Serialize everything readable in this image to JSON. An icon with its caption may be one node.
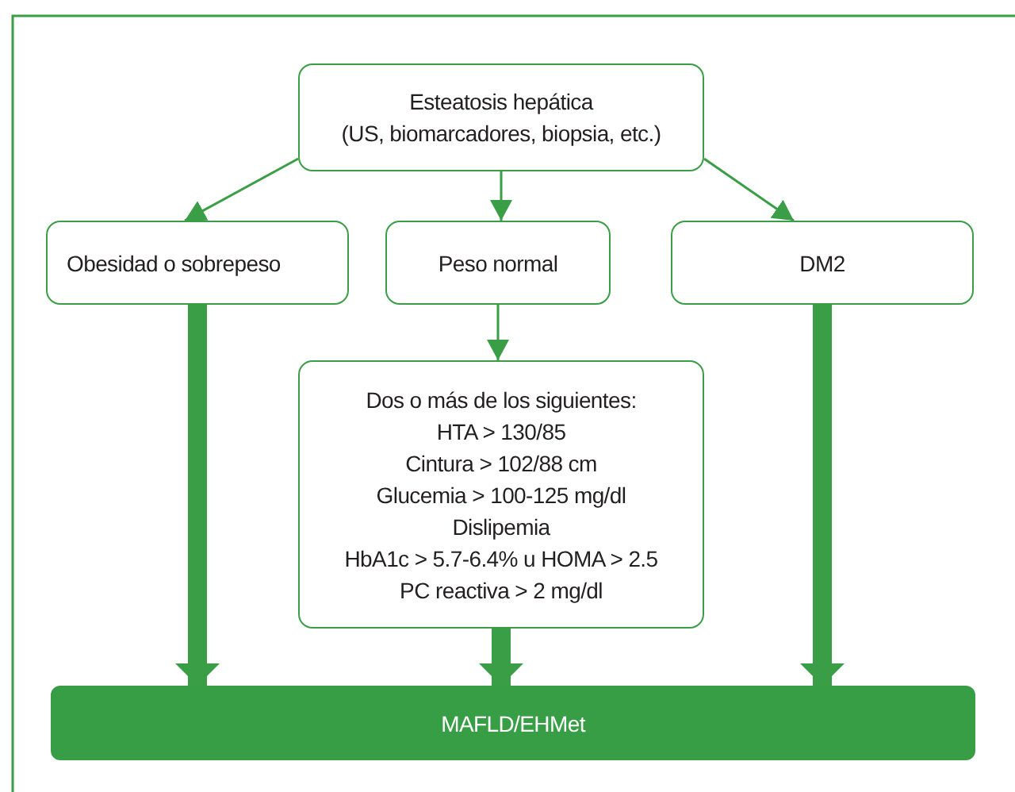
{
  "diagram": {
    "nodes": [
      {
        "text": [
          "Esteatosis hepática",
          "(US, biomarcadores, biopsia, etc.)"
        ]
      },
      {
        "text": [
          "Obesidad o sobrepeso"
        ]
      },
      {
        "text": [
          "Peso normal"
        ]
      },
      {
        "text": [
          "DM2"
        ]
      },
      {
        "text": [
          "Dos o más de los siguientes:",
          "HTA > 130/85",
          "Cintura > 102/88 cm",
          "Glucemia > 100-125 mg/dl",
          "Dislipemia",
          "HbA1c > 5.7-6.4% u HOMA > 2.5",
          "PC reactiva > 2 mg/dl"
        ]
      },
      {
        "text": [
          "MAFLD/EHMet"
        ]
      }
    ],
    "edges": [
      {
        "from": 0,
        "to": 1,
        "arrow": "to"
      },
      {
        "from": 0,
        "to": 2,
        "arrow": "to"
      },
      {
        "from": 0,
        "to": 3,
        "arrow": "to"
      },
      {
        "from": 2,
        "to": 4,
        "arrow": "to"
      },
      {
        "from": 1,
        "to": 5,
        "arrow": "to",
        "style": "thick"
      },
      {
        "from": 4,
        "to": 5,
        "arrow": "to",
        "style": "thick"
      },
      {
        "from": 3,
        "to": 5,
        "arrow": "to",
        "style": "thick"
      }
    ]
  }
}
